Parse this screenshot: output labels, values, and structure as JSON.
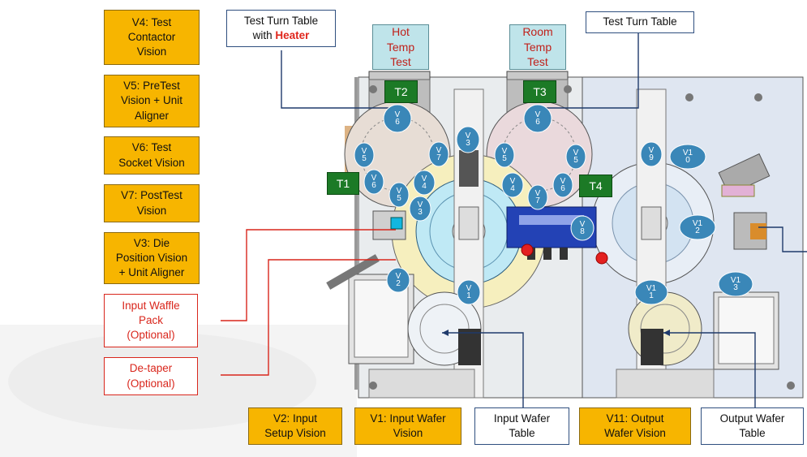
{
  "labels": {
    "v4": "V4: Test\nContactor\nVision",
    "v5": "V5: PreTest\nVision + Unit\nAligner",
    "v6": "V6: Test\nSocket Vision",
    "v7": "V7: PostTest\nVision",
    "v3": "V3: Die\nPosition Vision\n+ Unit Aligner",
    "input_waffle": "Input Waffle\nPack\n(Optional)",
    "detaper": "De-taper\n(Optional)",
    "v2": "V2: Input\nSetup Vision",
    "v1": "V1: Input Wafer\nVision",
    "input_wafer_table": "Input Wafer\nTable",
    "v11": "V11: Output\nWafer Vision",
    "output_wafer_table": "Output Wafer\nTable",
    "test_turn_table_heater_prefix": "Test Turn Table\nwith ",
    "test_turn_table_heater_word": "Heater",
    "test_turn_table": "Test Turn Table",
    "hot_temp_test": "Hot\nTemp\nTest",
    "room_temp_test": "Room\nTemp\nTest",
    "t1": "T1",
    "t2": "T2",
    "t3": "T3",
    "t4": "T4"
  },
  "markers": [
    {
      "id": "v6a",
      "text": "V\n6"
    },
    {
      "id": "v3a",
      "text": "V\n3"
    },
    {
      "id": "v6b",
      "text": "V\n6"
    },
    {
      "id": "v5a",
      "text": "V\n5"
    },
    {
      "id": "v7a",
      "text": "V\n7"
    },
    {
      "id": "v5b",
      "text": "V\n5"
    },
    {
      "id": "v5c",
      "text": "V\n5"
    },
    {
      "id": "v9",
      "text": "V\n9"
    },
    {
      "id": "v10",
      "text": "V1\n0"
    },
    {
      "id": "v6c",
      "text": "V\n6"
    },
    {
      "id": "v4a",
      "text": "V\n4"
    },
    {
      "id": "v5d",
      "text": "V\n5"
    },
    {
      "id": "v4b",
      "text": "V\n4"
    },
    {
      "id": "v6d",
      "text": "V\n6"
    },
    {
      "id": "v7b",
      "text": "V\n7"
    },
    {
      "id": "v3b",
      "text": "V\n3"
    },
    {
      "id": "v8",
      "text": "V\n8"
    },
    {
      "id": "v12",
      "text": "V1\n2"
    },
    {
      "id": "v2",
      "text": "V\n2"
    },
    {
      "id": "v1",
      "text": "V\n1"
    },
    {
      "id": "v11",
      "text": "V1\n1"
    },
    {
      "id": "v13",
      "text": "V1\n3"
    }
  ],
  "colors": {
    "accent_orange": "#f7b500",
    "marker_blue": "#3a87b8",
    "callout_red": "#d9261c",
    "callout_navy": "#1f3a6b",
    "heater_red": "#e0261c"
  }
}
